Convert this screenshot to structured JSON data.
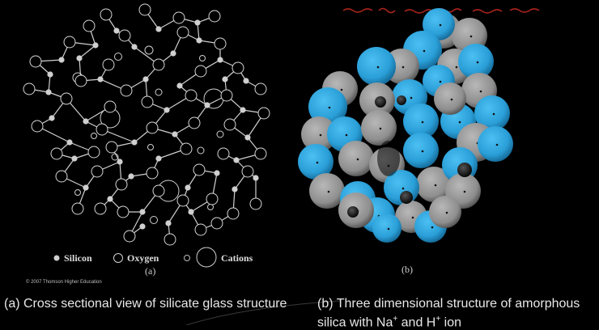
{
  "panel_a": {
    "legend": {
      "silicon": "Silicon",
      "oxygen": "Oxygen",
      "cations": "Cations"
    },
    "sublabel": "(a)",
    "copyright": "© 2007 Thomson Higher Education"
  },
  "panel_b": {
    "sublabel": "(b)",
    "colors": {
      "blue": "#2fa8e0",
      "gray": "#9a9a9a"
    }
  },
  "captions": {
    "a": "(a) Cross sectional view of silicate glass structure",
    "b_line1": "(b) Three dimensional structure of amorphous",
    "b_si": "silica with Na",
    "b_plus1": "+",
    "b_and": " and H",
    "b_plus2": "+",
    "b_ion": " ion"
  }
}
